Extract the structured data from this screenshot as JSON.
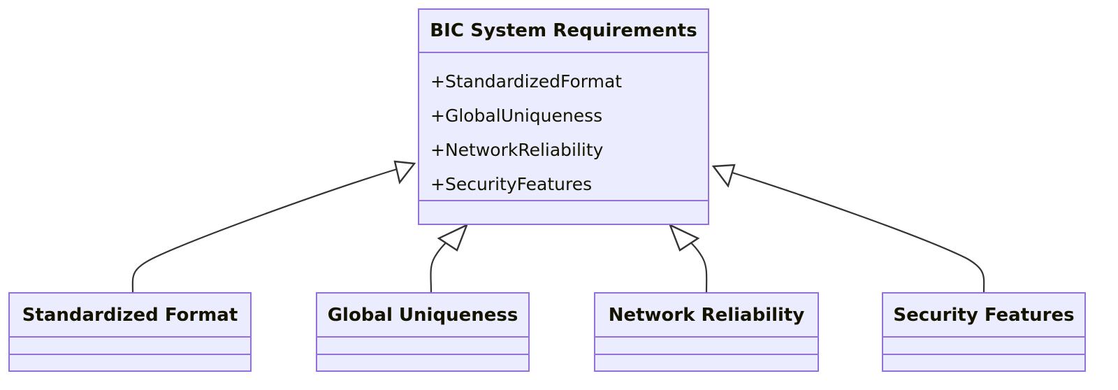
{
  "diagram": {
    "type": "uml-class-diagram",
    "title": "BIC System Requirements",
    "background_color": "#FFFFFF",
    "node_fill_color": "#ECECFF",
    "node_border_color": "#9370DB",
    "edge_color": "#333333",
    "text_color": "#131300"
  },
  "root_class": {
    "name": "BIC System Requirements",
    "attributes": [
      "+StandardizedFormat",
      "+GlobalUniqueness",
      "+NetworkReliability",
      "+SecurityFeatures"
    ],
    "methods": []
  },
  "subclasses": [
    {
      "name": "Standardized Format",
      "attributes": [],
      "methods": []
    },
    {
      "name": "Global Uniqueness",
      "attributes": [],
      "methods": []
    },
    {
      "name": "Network Reliability",
      "attributes": [],
      "methods": []
    },
    {
      "name": "Security Features",
      "attributes": [],
      "methods": []
    }
  ],
  "relationships": [
    {
      "from": "Standardized Format",
      "to": "BIC System Requirements",
      "type": "generalization",
      "marker": "hollow-triangle"
    },
    {
      "from": "Global Uniqueness",
      "to": "BIC System Requirements",
      "type": "generalization",
      "marker": "hollow-triangle"
    },
    {
      "from": "Network Reliability",
      "to": "BIC System Requirements",
      "type": "generalization",
      "marker": "hollow-triangle"
    },
    {
      "from": "Security Features",
      "to": "BIC System Requirements",
      "type": "generalization",
      "marker": "hollow-triangle"
    }
  ]
}
